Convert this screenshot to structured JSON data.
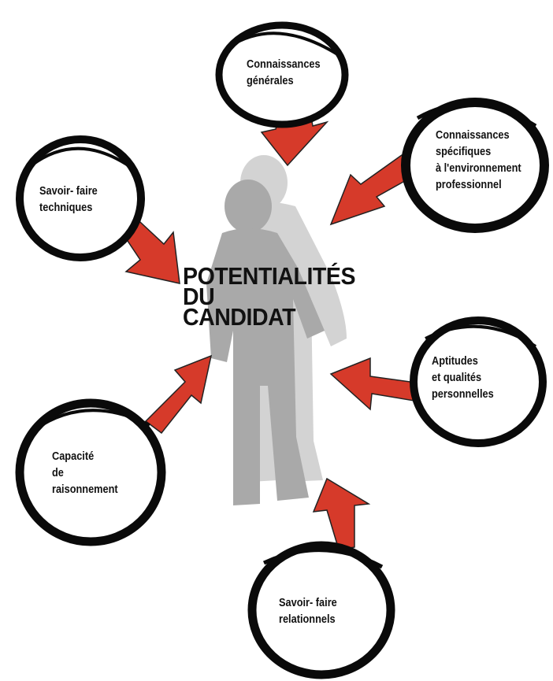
{
  "center": {
    "line1": "POTENTIALITÉS",
    "line2": "DU",
    "line3": "CANDIDAT"
  },
  "nodes": [
    {
      "id": "connaissances-generales",
      "lines": [
        "Connaissances",
        "générales"
      ]
    },
    {
      "id": "connaissances-specifiques",
      "lines": [
        "Connaissances",
        "spécifiques",
        "à l'environnement",
        "professionnel"
      ]
    },
    {
      "id": "savoir-faire-techniques",
      "lines": [
        "Savoir- faire",
        "techniques"
      ]
    },
    {
      "id": "aptitudes",
      "lines": [
        "Aptitudes",
        "et qualités",
        "personnelles"
      ]
    },
    {
      "id": "capacite-raisonnement",
      "lines": [
        "Capacité",
        "de",
        "raisonnement"
      ]
    },
    {
      "id": "savoir-faire-relationnels",
      "lines": [
        "Savoir- faire",
        "relationnels"
      ]
    }
  ],
  "colors": {
    "arrow": "#d63a2a",
    "ring": "#0a0a0a",
    "silhouette_back": "#d3d3d3",
    "silhouette_front": "#a9a9a9"
  }
}
